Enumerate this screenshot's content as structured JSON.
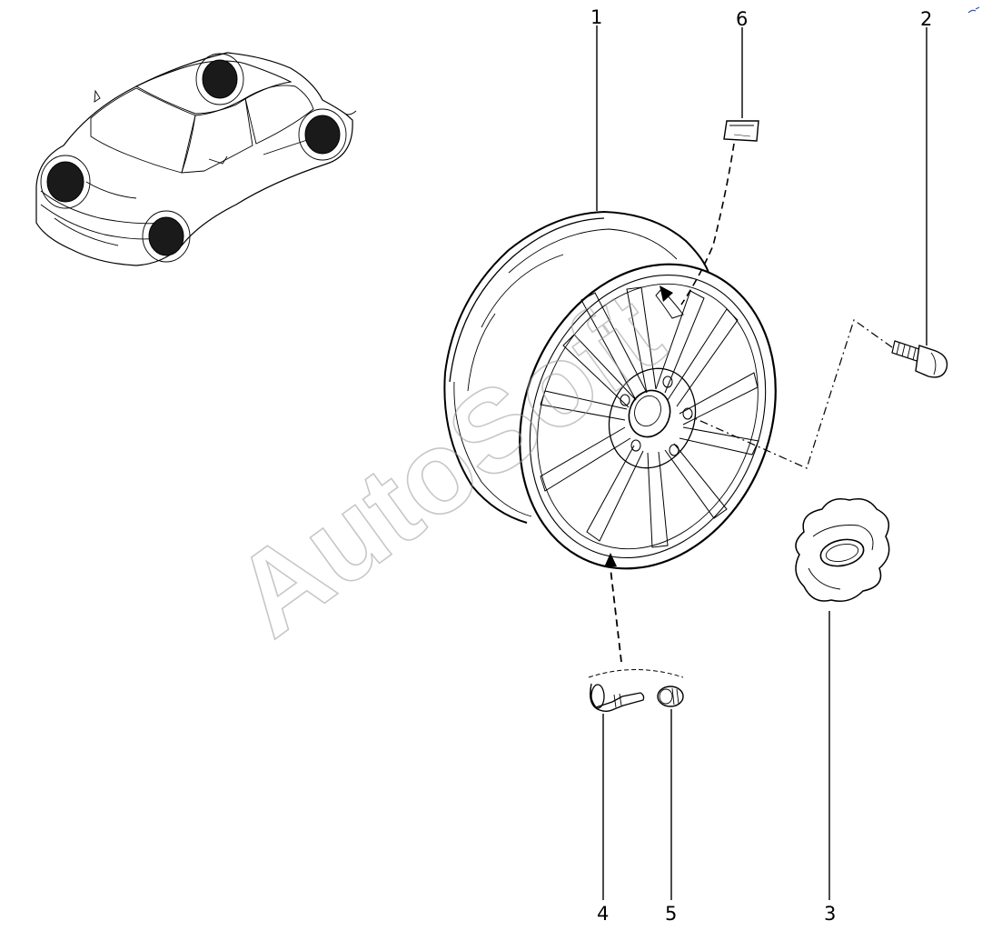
{
  "watermark": "AutoSoft",
  "callouts": {
    "p1": "1",
    "p2": "2",
    "p3": "3",
    "p4": "4",
    "p5": "5",
    "p6": "6"
  }
}
